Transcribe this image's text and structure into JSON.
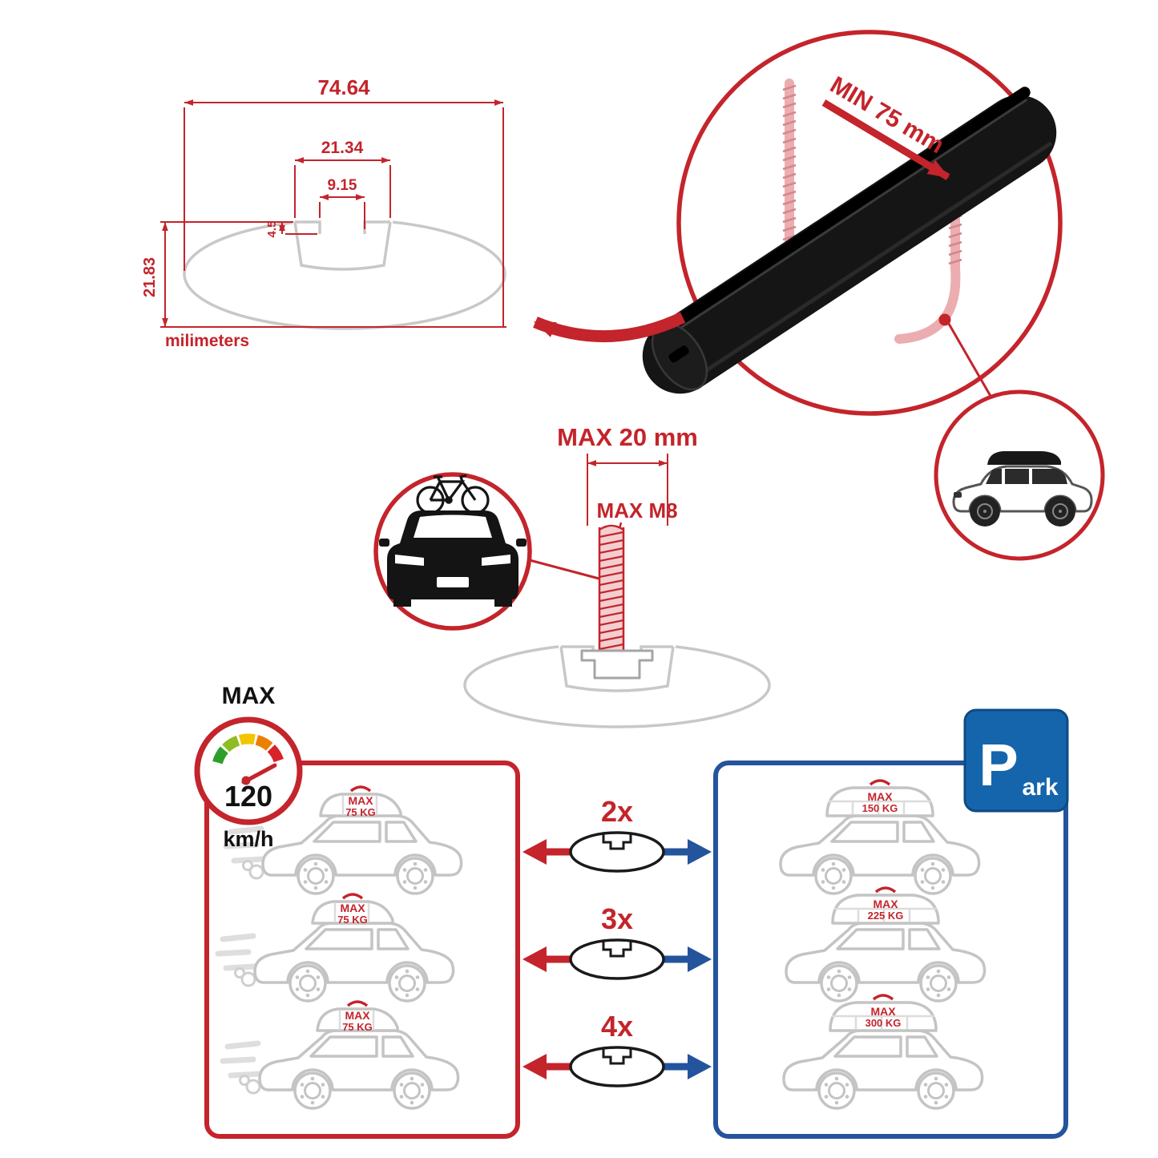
{
  "colors": {
    "accent_red": "#C4242B",
    "accent_blue": "#24549C",
    "park_blue": "#1565AC",
    "outline_gray": "#C4C4C4",
    "bar_black": "#151515",
    "gauge_green": "#2E9F2B",
    "gauge_lime": "#8CBE22",
    "gauge_yellow": "#F2C500",
    "gauge_orange": "#EC7F00",
    "gauge_red": "#D7232A"
  },
  "profile_dimensions": {
    "total_width": "74.64",
    "channel_width": "21.34",
    "slot_width": "9.15",
    "lip_height": "4.5",
    "total_height": "21.83",
    "unit_label": "milimeters"
  },
  "bar_callout": {
    "min_clamp_width": "MIN 75 mm"
  },
  "bolt_callout": {
    "max_bolt_length": "MAX 20 mm",
    "max_thread": "MAX M8"
  },
  "speed_limit": {
    "label": "MAX",
    "value": "120",
    "unit": "km/h"
  },
  "capacity_left": {
    "cars": [
      {
        "label": "MAX",
        "weight": "75 KG"
      },
      {
        "label": "MAX",
        "weight": "75 KG"
      },
      {
        "label": "MAX",
        "weight": "75 KG"
      }
    ]
  },
  "multipliers": [
    "2x",
    "3x",
    "4x"
  ],
  "capacity_right": {
    "cars": [
      {
        "label": "MAX",
        "weight": "150 KG"
      },
      {
        "label": "MAX",
        "weight": "225 KG"
      },
      {
        "label": "MAX",
        "weight": "300 KG"
      }
    ],
    "park_sign": {
      "letter": "P",
      "rest": "ark"
    }
  }
}
